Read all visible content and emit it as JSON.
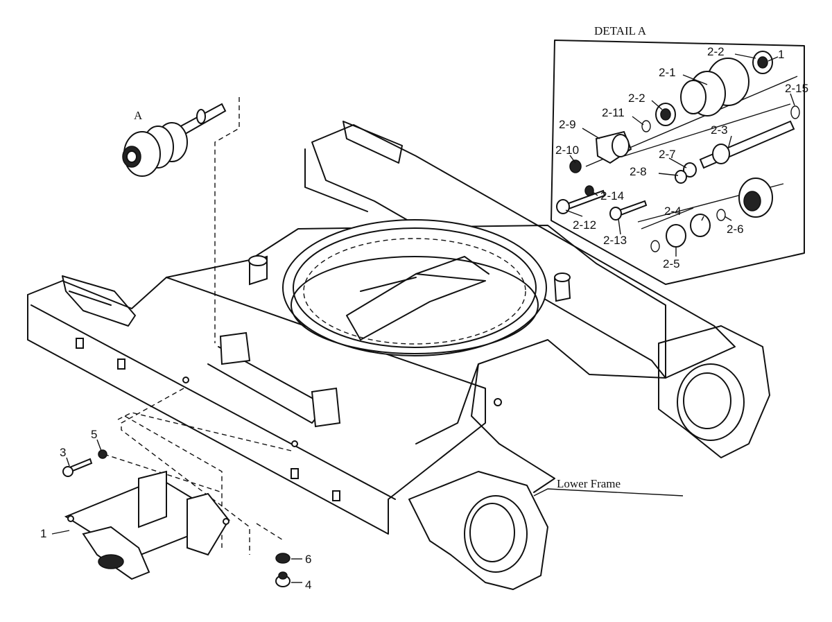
{
  "detail_title": "DETAIL A",
  "view_label": "A",
  "lower_frame_label": "Lower Frame",
  "callouts": {
    "c1": "1",
    "c3": "3",
    "c4": "4",
    "c5": "5",
    "c6": "6",
    "c2_1": "2-1",
    "c2_2a": "2-2",
    "c2_2b": "2-2",
    "c2_3": "2-3",
    "c2_4": "2-4",
    "c2_5": "2-5",
    "c2_6": "2-6",
    "c2_7": "2-7",
    "c2_8": "2-8",
    "c2_9": "2-9",
    "c2_10": "2-10",
    "c2_11": "2-11",
    "c2_12": "2-12",
    "c2_13": "2-13",
    "c2_14": "2-14",
    "c2_15": "2-15",
    "c_d1": "1"
  }
}
